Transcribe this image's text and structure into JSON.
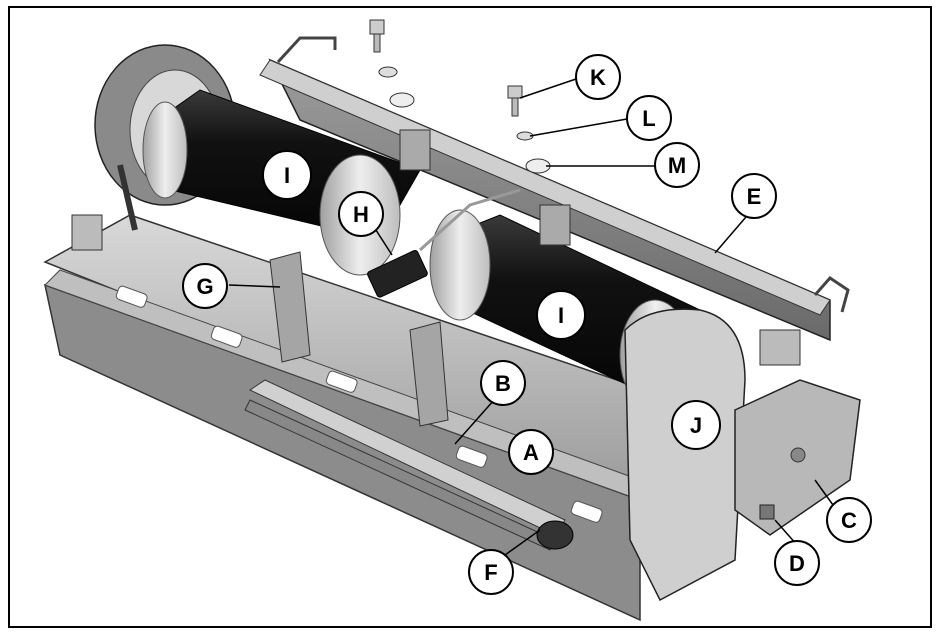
{
  "figure": {
    "callouts": [
      {
        "id": "A",
        "label": "A"
      },
      {
        "id": "B",
        "label": "B"
      },
      {
        "id": "C",
        "label": "C"
      },
      {
        "id": "D",
        "label": "D"
      },
      {
        "id": "E",
        "label": "E"
      },
      {
        "id": "F",
        "label": "F"
      },
      {
        "id": "G",
        "label": "G"
      },
      {
        "id": "H",
        "label": "H"
      },
      {
        "id": "I1",
        "label": "I"
      },
      {
        "id": "I2",
        "label": "I"
      },
      {
        "id": "J",
        "label": "J"
      },
      {
        "id": "K",
        "label": "K"
      },
      {
        "id": "L",
        "label": "L"
      },
      {
        "id": "M",
        "label": "M"
      }
    ]
  }
}
